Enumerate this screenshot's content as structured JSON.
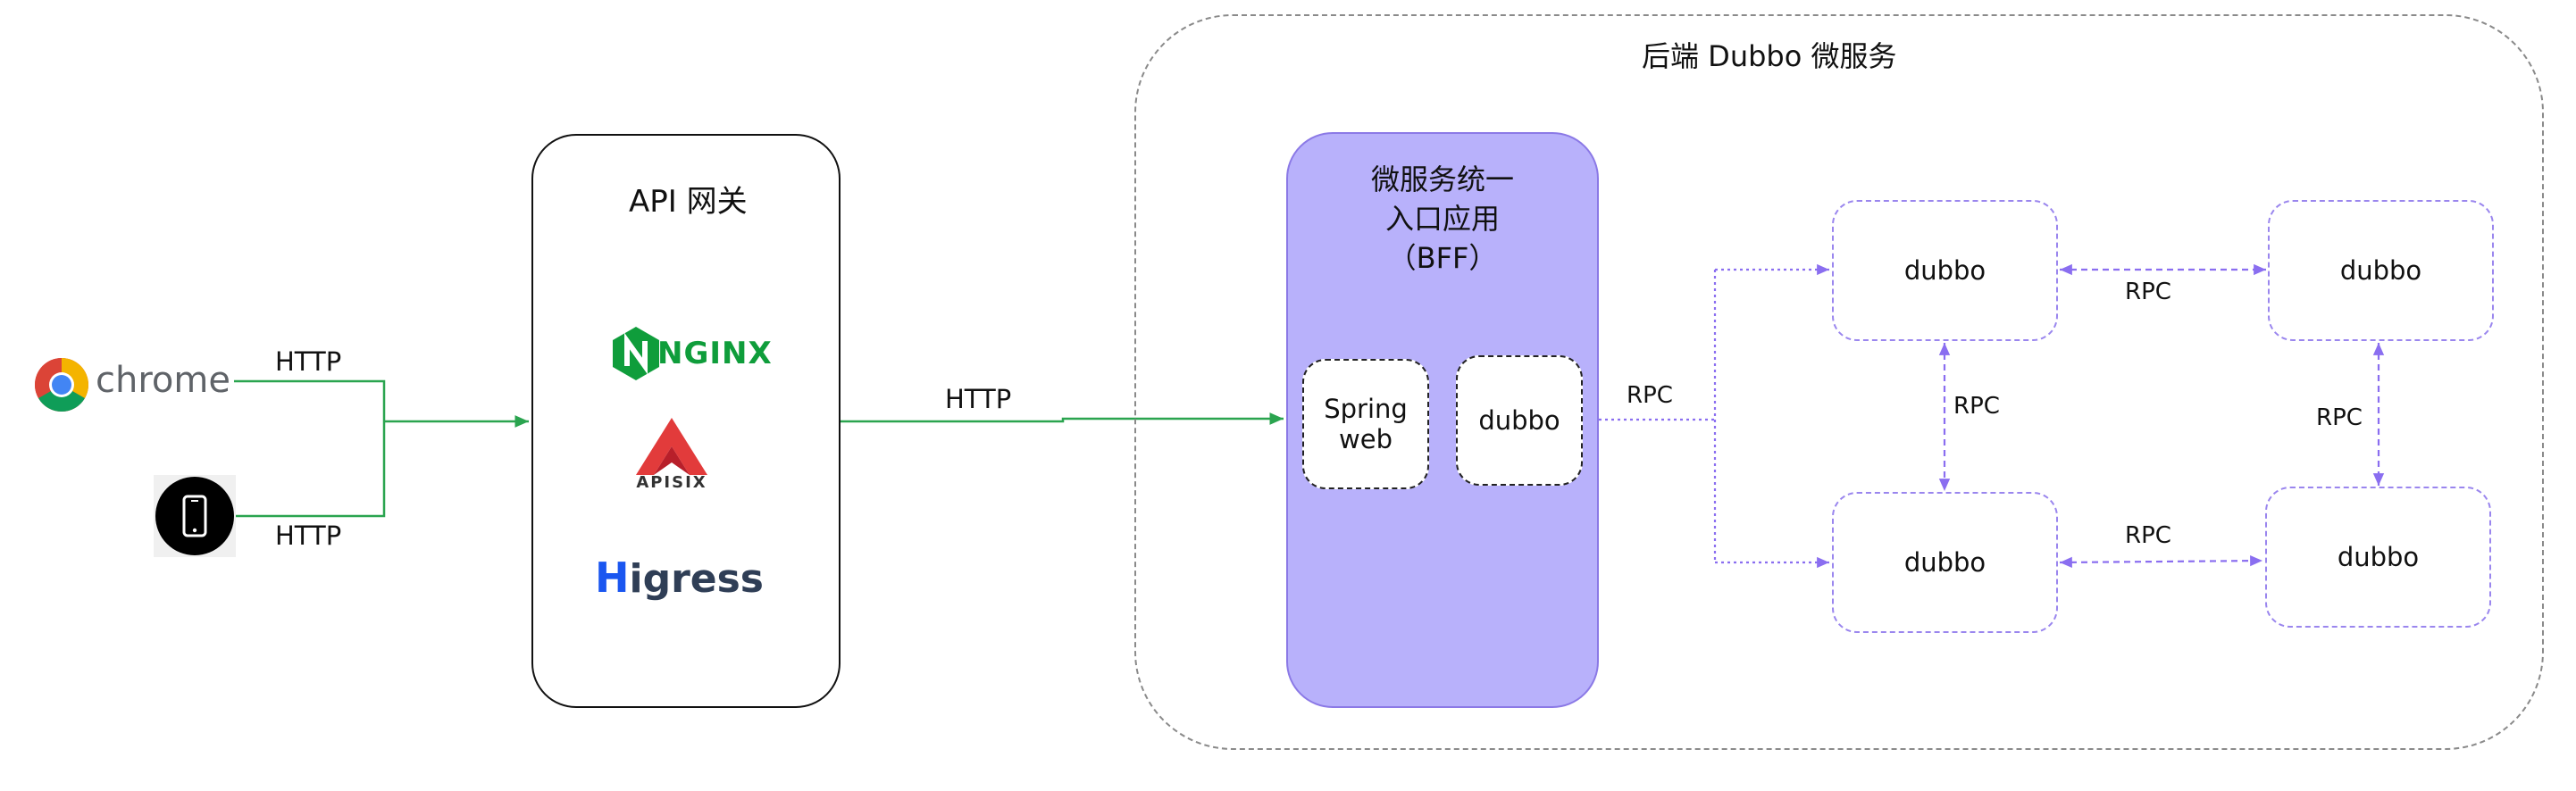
{
  "backend": {
    "title": "后端 Dubbo 微服务"
  },
  "gateway": {
    "title": "API 网关",
    "nginx_logo": "NGINX",
    "apisix_logo": "APISIX",
    "higress_logo_h": "H",
    "higress_logo_rest": "igress"
  },
  "clients": {
    "chrome_label": "chrome"
  },
  "bff": {
    "title_line1": "微服务统一",
    "title_line2": "入口应用",
    "title_line3": "（BFF）",
    "spring_line1": "Spring",
    "spring_line2": "web",
    "dubbo_label": "dubbo"
  },
  "services": {
    "top_left": "dubbo",
    "top_right": "dubbo",
    "bottom_left": "dubbo",
    "bottom_right": "dubbo"
  },
  "edges": {
    "chrome_http": "HTTP",
    "mobile_http": "HTTP",
    "gateway_http": "HTTP",
    "bff_rpc": "RPC",
    "rpc_top": "RPC",
    "rpc_left": "RPC",
    "rpc_right": "RPC",
    "rpc_bottom": "RPC"
  },
  "colors": {
    "http_line": "#2aa44f",
    "rpc_line": "#8a6ef0",
    "bff_fill": "#b8b1fb",
    "nginx_green": "#0f9d3b",
    "apisix_red": "#e23b3b",
    "higress_blue": "#1a56f0",
    "higress_text": "#2f3e56"
  }
}
